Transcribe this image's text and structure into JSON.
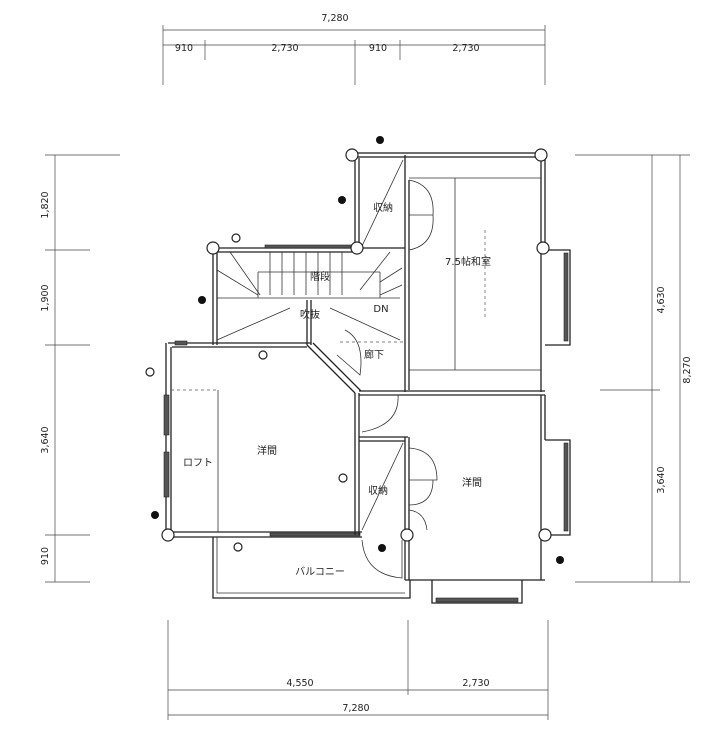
{
  "plan": {
    "rooms": {
      "storage_top": "収納",
      "stairs": "階段",
      "japanese_room": "7.5帖和室",
      "void": "吹抜",
      "down": "DN",
      "hallway": "廊下",
      "western_left": "洋間",
      "loft": "ロフト",
      "storage_mid": "収納",
      "western_right": "洋間",
      "balcony": "バルコニー"
    },
    "dimensions": {
      "top_total": "7,280",
      "top_segments": [
        "910",
        "2,730",
        "910",
        "2,730"
      ],
      "left_segments": [
        "1,820",
        "1,900",
        "3,640",
        "910"
      ],
      "right_upper": "4,630",
      "right_total": "8,270",
      "right_lower": "3,640",
      "bottom_segments": [
        "4,550",
        "2,730"
      ],
      "bottom_total": "7,280"
    }
  }
}
